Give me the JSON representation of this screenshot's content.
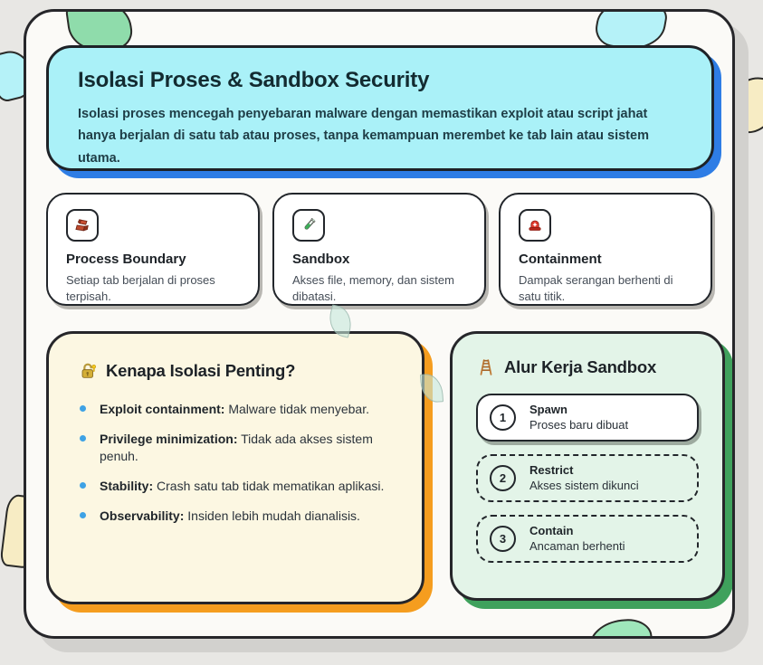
{
  "page": {
    "header": {
      "title": "Isolasi Proses & Sandbox Security",
      "description": "Isolasi proses mencegah penyebaran malware dengan memastikan exploit atau script jahat hanya berjalan di satu tab atau proses, tanpa kemampuan merembet ke tab lain atau sistem utama."
    },
    "feature_cards": [
      {
        "icon": "brick-icon",
        "title": "Process Boundary",
        "body": "Setiap tab berjalan di proses terpisah."
      },
      {
        "icon": "test-tube-icon",
        "title": "Sandbox",
        "body": "Akses file, memory, dan sistem dibatasi."
      },
      {
        "icon": "siren-icon",
        "title": "Containment",
        "body": "Dampak serangan berhenti di satu titik."
      }
    ],
    "why": {
      "icon": "lock-key-icon",
      "title": "Kenapa Isolasi Penting?",
      "bullets": [
        {
          "bold": "Exploit containment:",
          "rest": " Malware tidak menyebar."
        },
        {
          "bold": "Privilege minimization:",
          "rest": " Tidak ada akses sistem penuh."
        },
        {
          "bold": "Stability:",
          "rest": " Crash satu tab tidak mematikan aplikasi."
        },
        {
          "bold": "Observability:",
          "rest": " Insiden lebih mudah dianalisis."
        }
      ]
    },
    "workflow": {
      "icon": "ladder-icon",
      "title": "Alur Kerja Sandbox",
      "steps": [
        {
          "number": "1",
          "title": "Spawn",
          "subtitle": "Proses baru dibuat",
          "style": "solid"
        },
        {
          "number": "2",
          "title": "Restrict",
          "subtitle": "Akses sistem dikunci",
          "style": "dashed"
        },
        {
          "number": "3",
          "title": "Contain",
          "subtitle": "Ancaman berhenti",
          "style": "dashed"
        }
      ]
    },
    "colors": {
      "page_background": "#e8e7e4",
      "card_background": "#fbfaf7",
      "header_background": "#aaf1f8",
      "header_shadow": "#2e7de5",
      "why_background": "#fcf7e2",
      "why_shadow": "#f59d1f",
      "workflow_background": "#e3f4e8",
      "workflow_shadow": "#3fa15c",
      "bullet_dot": "#3ea2e5",
      "ink": "#22262b"
    }
  }
}
